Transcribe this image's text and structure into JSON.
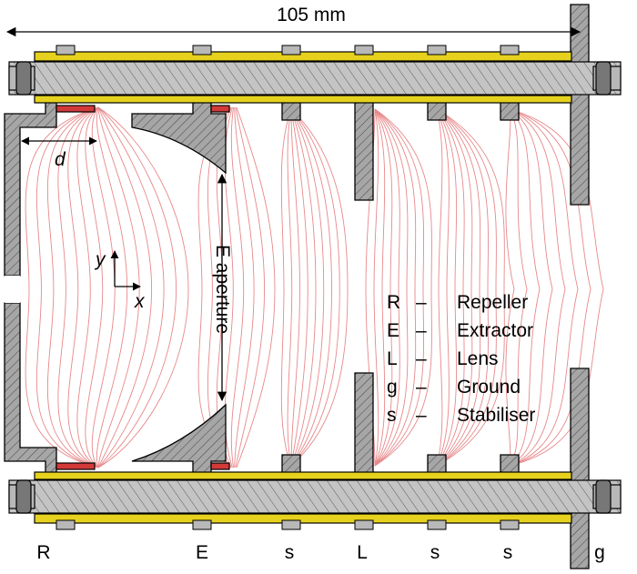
{
  "dimension": {
    "label": "105 mm"
  },
  "aperture": {
    "label": "E aperture"
  },
  "gap_label": "d",
  "axes": {
    "y": "y",
    "x": "x"
  },
  "electrodes": [
    "R",
    "E",
    "s",
    "L",
    "s",
    "s",
    "g"
  ],
  "legend": [
    {
      "key": "R",
      "dash": "–",
      "desc": "Repeller"
    },
    {
      "key": "E",
      "dash": "–",
      "desc": "Extractor"
    },
    {
      "key": "L",
      "dash": "–",
      "desc": "Lens"
    },
    {
      "key": "g",
      "dash": "–",
      "desc": "Ground"
    },
    {
      "key": "s",
      "dash": "–",
      "desc": "Stabiliser"
    }
  ],
  "colors": {
    "metal": "#a6a6a6",
    "hatch": "#555555",
    "rod": "#c8c8c8",
    "insulator_yellow": "#e6d21e",
    "field_lines": "#e8888a",
    "contact_red": "#d23a3a",
    "outline": "#000000"
  }
}
